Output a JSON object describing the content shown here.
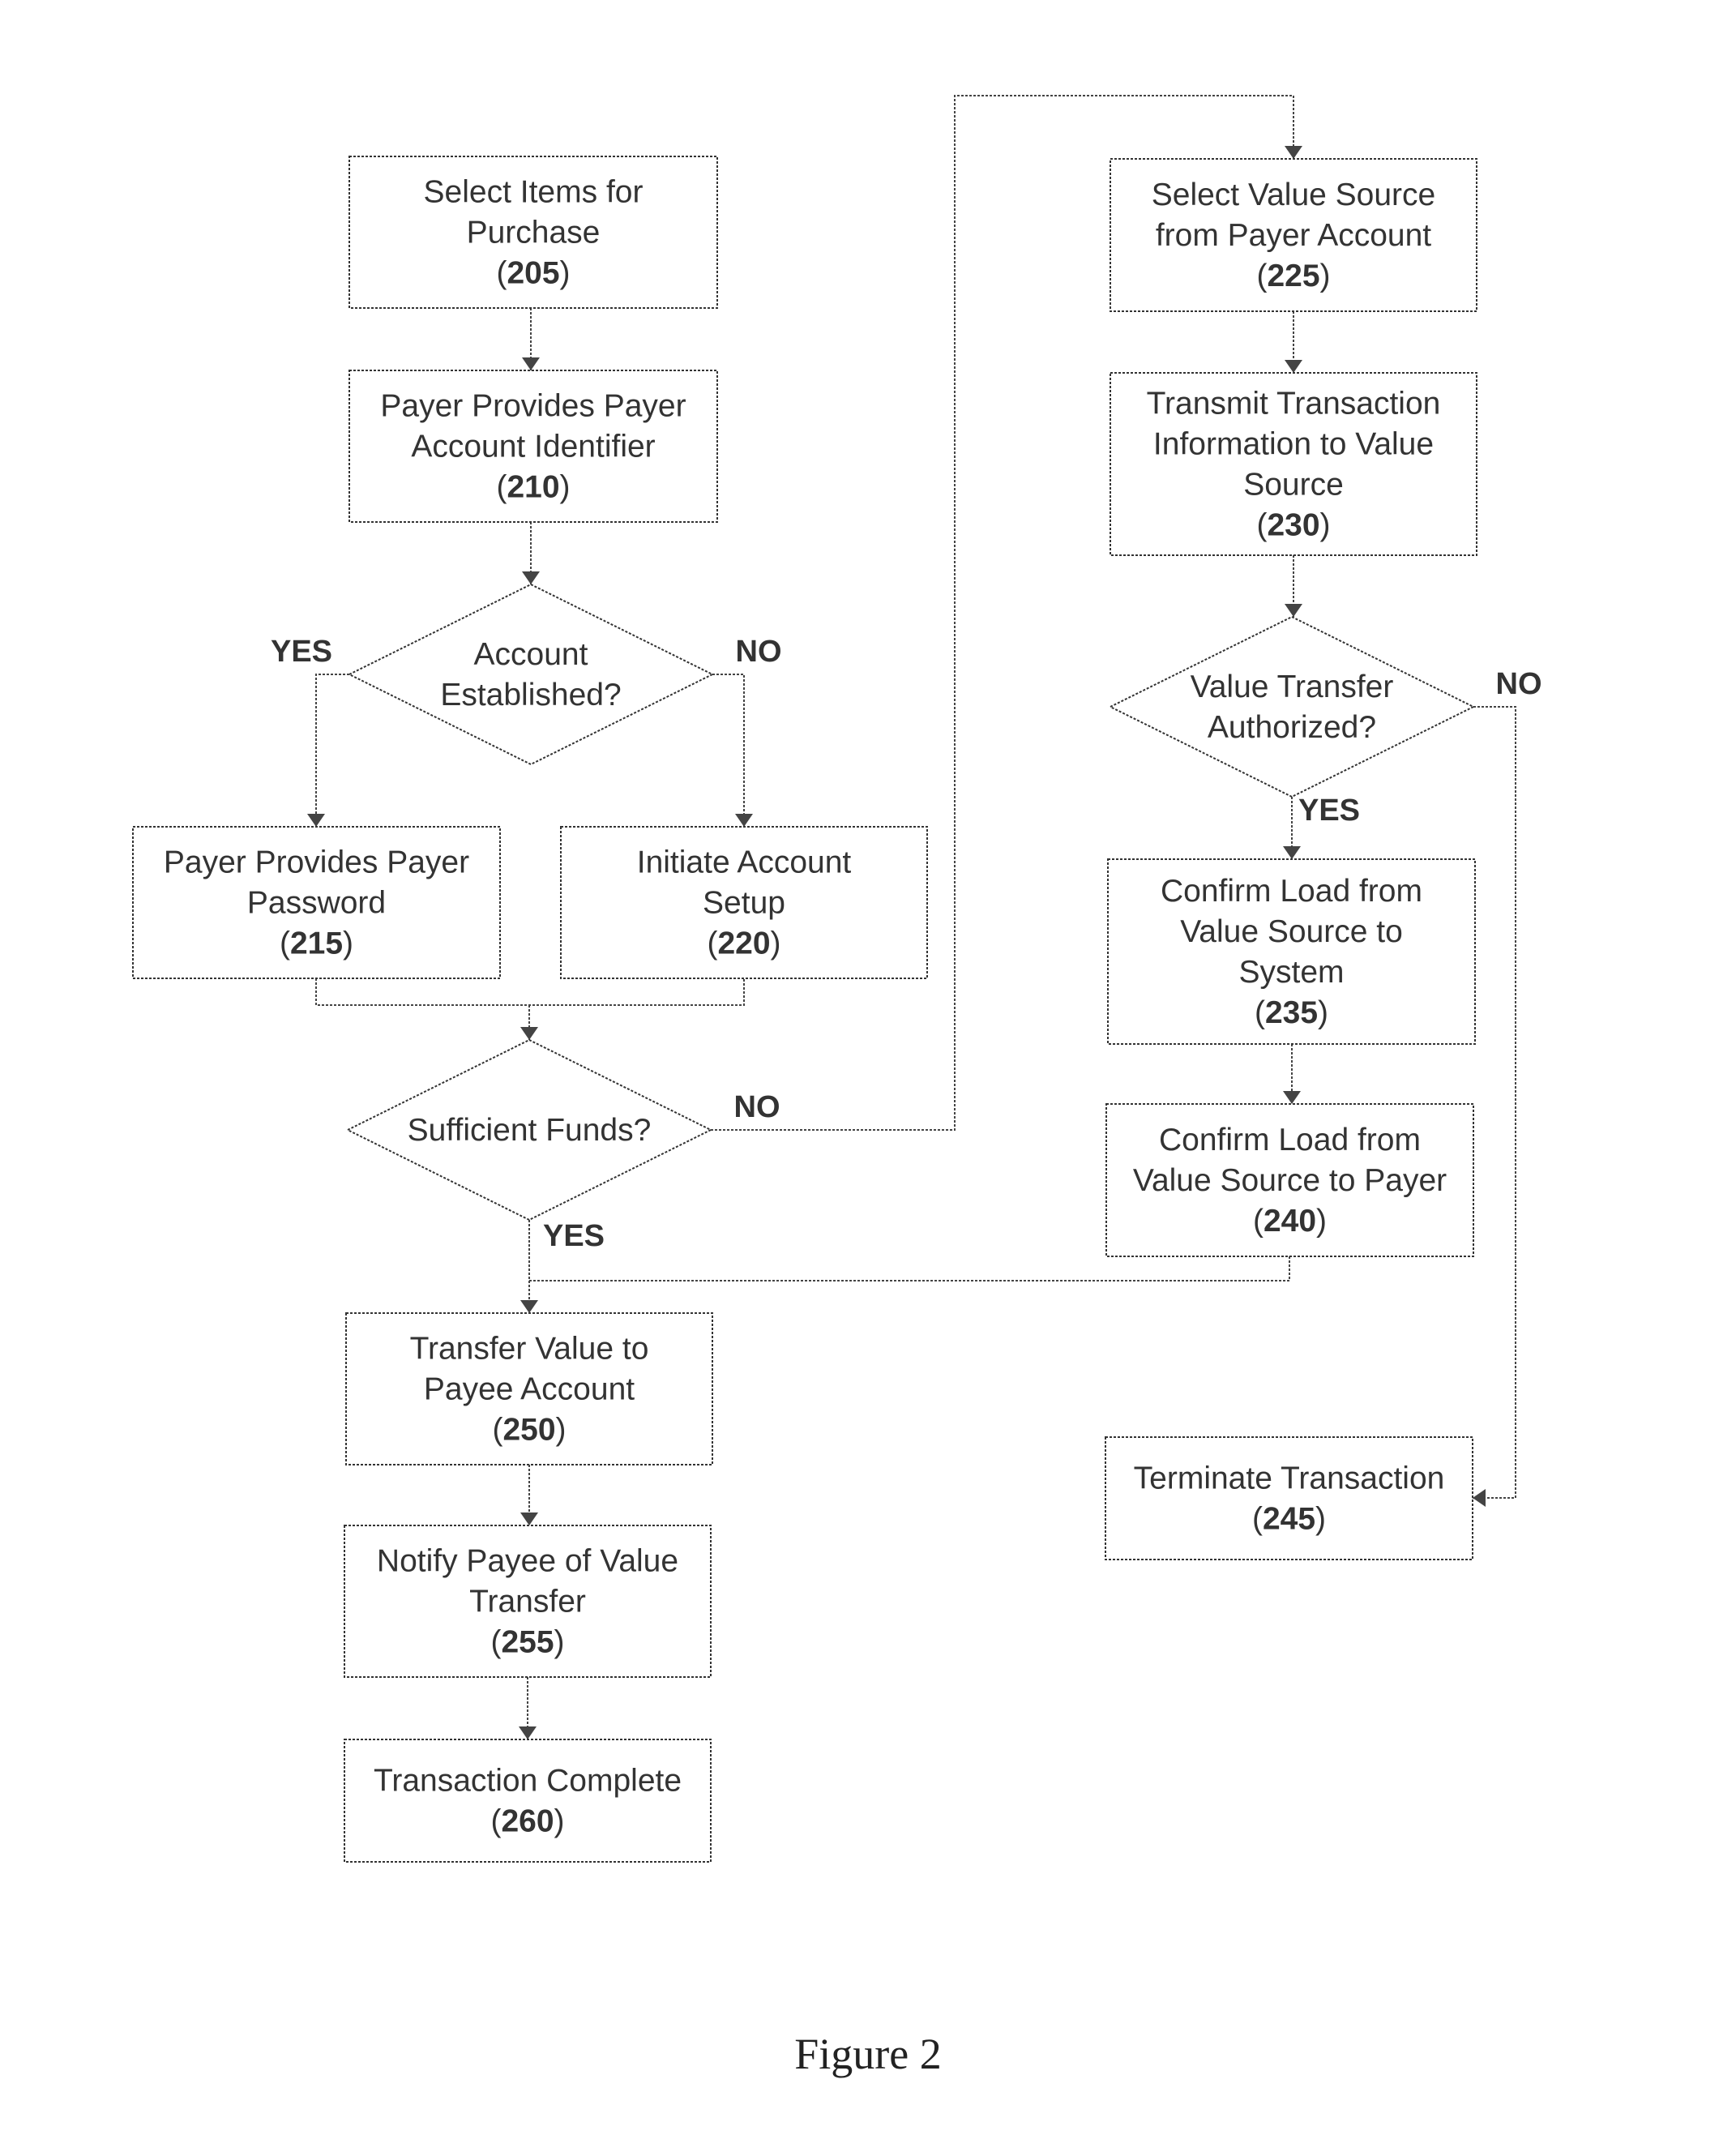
{
  "nodes": {
    "n205": {
      "lines": [
        "Select Items for",
        "Purchase"
      ],
      "num": "205"
    },
    "n210": {
      "lines": [
        "Payer Provides Payer",
        "Account Identifier"
      ],
      "num": "210"
    },
    "d_account": {
      "lines": [
        "Account",
        "Established?"
      ]
    },
    "n215": {
      "lines": [
        "Payer Provides Payer",
        "Password"
      ],
      "num": "215"
    },
    "n220": {
      "lines": [
        "Initiate Account",
        "Setup"
      ],
      "num": "220"
    },
    "d_funds": {
      "lines": [
        "Sufficient Funds?"
      ]
    },
    "n250": {
      "lines": [
        "Transfer Value to",
        "Payee Account"
      ],
      "num": "250"
    },
    "n255": {
      "lines": [
        "Notify Payee of Value",
        "Transfer"
      ],
      "num": "255"
    },
    "n260": {
      "lines": [
        "Transaction Complete"
      ],
      "num": "260"
    },
    "n225": {
      "lines": [
        "Select Value Source",
        "from Payer Account"
      ],
      "num": "225"
    },
    "n230": {
      "lines": [
        "Transmit Transaction",
        "Information to Value",
        "Source"
      ],
      "num": "230"
    },
    "d_auth": {
      "lines": [
        "Value Transfer",
        "Authorized?"
      ]
    },
    "n235": {
      "lines": [
        "Confirm Load from",
        "Value Source to",
        "System"
      ],
      "num": "235"
    },
    "n240": {
      "lines": [
        "Confirm Load from",
        "Value Source to Payer"
      ],
      "num": "240"
    },
    "n245": {
      "lines": [
        "Terminate Transaction"
      ],
      "num": "245"
    }
  },
  "branch_labels": {
    "account_yes": "YES",
    "account_no": "NO",
    "funds_no": "NO",
    "funds_yes": "YES",
    "auth_no": "NO",
    "auth_yes": "YES"
  },
  "caption": "Figure 2"
}
